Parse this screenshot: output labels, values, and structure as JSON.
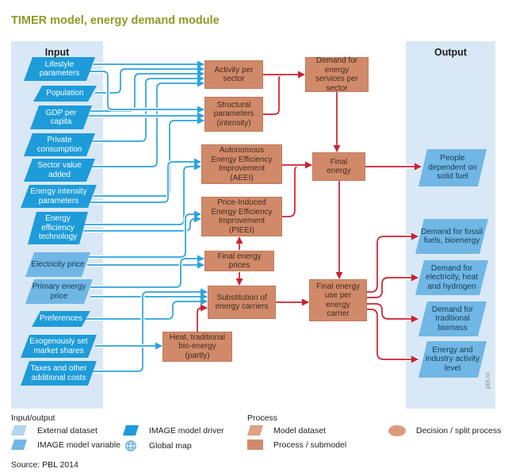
{
  "title": "TIMER model, energy demand module",
  "source": "Source: PBL 2014",
  "watermark": "pbl.nl",
  "colors": {
    "title_olive": "#8d9b26",
    "panel_background": "#d9e8f6",
    "image_model_driver_blue": "#1e9cd9",
    "image_model_variable_blue": "#70b7e5",
    "external_dataset_blue": "#b5d6ee",
    "process_salmon": "#d18a69",
    "model_dataset_salmon": "#dda184",
    "decision_salmon": "#dd9a7d",
    "line_blue": "#2ba3dc",
    "line_red": "#cb2030"
  },
  "panels": {
    "input_header": "Input",
    "output_header": "Output"
  },
  "inputs": [
    {
      "label": "Lifestyle parameters",
      "type": "IMAGE model driver"
    },
    {
      "label": "Population",
      "type": "IMAGE model driver"
    },
    {
      "label": "GDP per capita",
      "type": "IMAGE model driver"
    },
    {
      "label": "Private consumption",
      "type": "IMAGE model driver"
    },
    {
      "label": "Sector value added",
      "type": "IMAGE model driver"
    },
    {
      "label": "Energy intensity parameters",
      "type": "IMAGE model driver"
    },
    {
      "label": "Energy efficiency technology",
      "type": "IMAGE model driver"
    },
    {
      "label": "Electricity price",
      "type": "IMAGE model variable"
    },
    {
      "label": "Primary energy price",
      "type": "IMAGE model variable"
    },
    {
      "label": "Preferences",
      "type": "IMAGE model driver"
    },
    {
      "label": "Exogenously set market shares",
      "type": "IMAGE model driver"
    },
    {
      "label": "Taxes and other additional costs",
      "type": "IMAGE model driver"
    }
  ],
  "processes": [
    {
      "label": "Activity per sector"
    },
    {
      "label": "Structural parameters (intensity)"
    },
    {
      "label": "Autonomous Energy Efficiency Improvement (AEEI)"
    },
    {
      "label": "Price-Induced Energy Efficiency Improvement (PIEEI)"
    },
    {
      "label": "Final energy prices"
    },
    {
      "label": "Substitution of energy carriers"
    },
    {
      "label": "Heat, traditional bio-energy (partly)"
    },
    {
      "label": "Demand for energy services per sector"
    },
    {
      "label": "Final energy"
    },
    {
      "label": "Final energy use per energy carrier"
    }
  ],
  "outputs": [
    {
      "label": "People dependent on solid fuel",
      "type": "IMAGE model variable"
    },
    {
      "label": "Demand for fossil fuels, bioenergy",
      "type": "IMAGE model variable"
    },
    {
      "label": "Demand for electricity, heat and hydrogen",
      "type": "IMAGE model variable"
    },
    {
      "label": "Demand for traditional biomass",
      "type": "IMAGE model variable"
    },
    {
      "label": "Energy and industry activity level",
      "type": "IMAGE model variable"
    }
  ],
  "legend": {
    "input_output": {
      "header": "Input/output",
      "items": [
        {
          "label": "External dataset",
          "swatch": "parallelogram-light-blue"
        },
        {
          "label": "IMAGE model variable",
          "swatch": "parallelogram-medium-blue"
        },
        {
          "label": "IMAGE model driver",
          "swatch": "parallelogram-bright-blue"
        },
        {
          "label": "Global map",
          "swatch": "globe-icon"
        }
      ]
    },
    "process": {
      "header": "Process",
      "items": [
        {
          "label": "Model dataset",
          "swatch": "parallelogram-light-salmon"
        },
        {
          "label": "Process / submodel",
          "swatch": "rectangle-salmon"
        },
        {
          "label": "Decision / split process",
          "swatch": "ellipse-salmon"
        }
      ]
    }
  }
}
